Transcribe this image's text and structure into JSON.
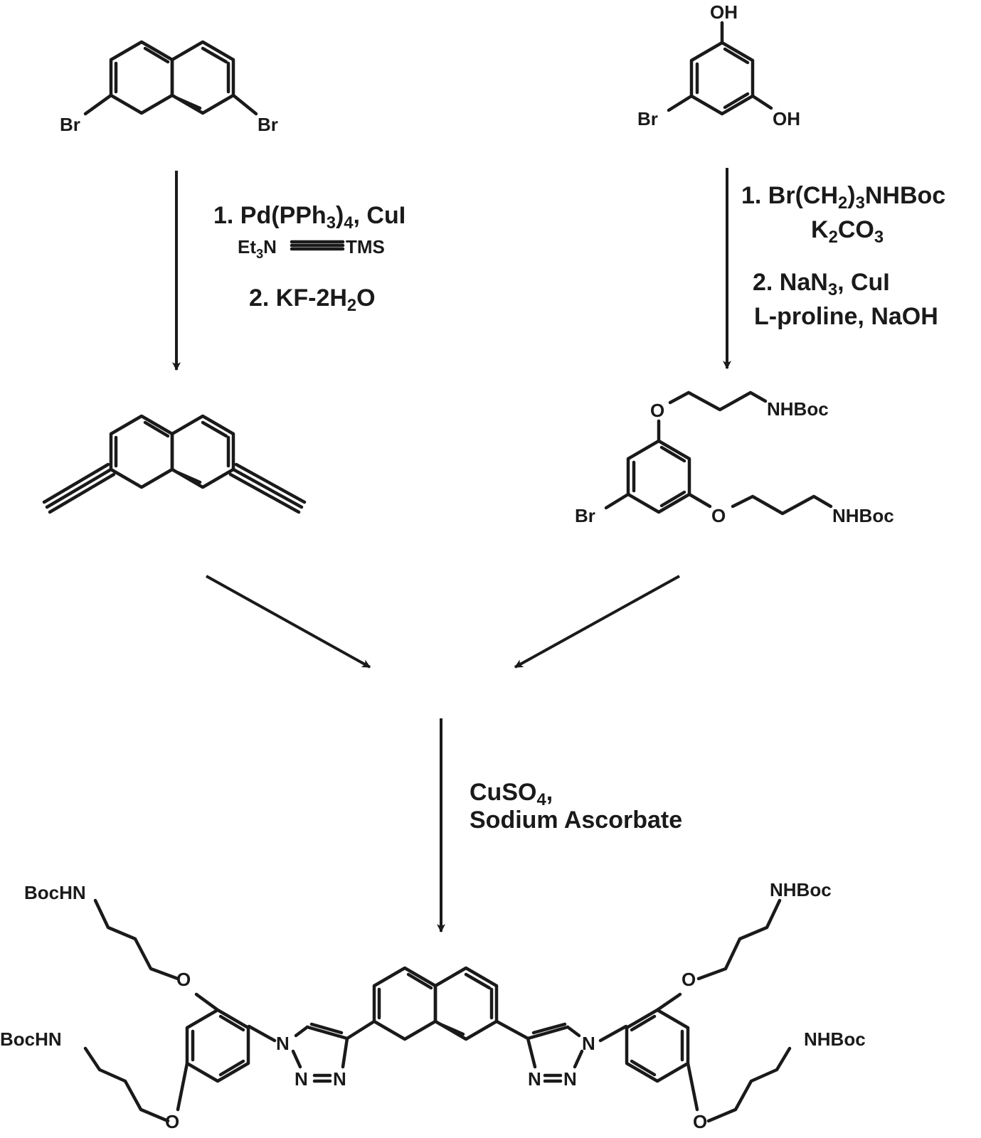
{
  "atoms": {
    "br": "Br",
    "oh": "OH",
    "o": "O",
    "n": "N",
    "nhboc": "NHBoc",
    "bochn": "BocHN"
  },
  "step1": {
    "line1": "1. Pd(PPh3)4, CuI",
    "line2": "Et3N",
    "line2_reagent": "TMS",
    "line3": "2. KF-2H2O"
  },
  "step2": {
    "line1": "1. Br(CH2)3NHBoc",
    "line2": "K2CO3",
    "line3": "2. NaN3, CuI",
    "line4": "L-proline, NaOH"
  },
  "step3": {
    "line1": "CuSO4,",
    "line2": "Sodium Ascorbate"
  }
}
